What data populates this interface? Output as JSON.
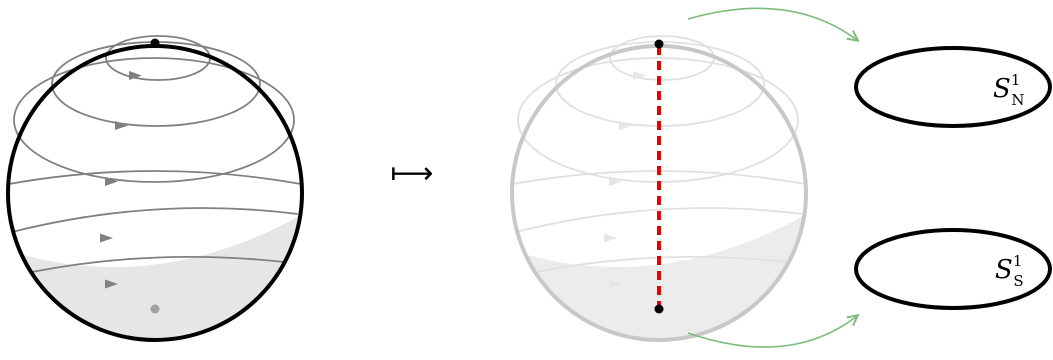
{
  "diagram": {
    "arrow_symbol": "⟼",
    "circle_north": {
      "symbol": "S",
      "superscript": "1",
      "subscript": "N"
    },
    "circle_south": {
      "symbol": "S",
      "superscript": "1",
      "subscript": "S"
    },
    "colors": {
      "outline": "#000000",
      "flow_lines": "#808080",
      "faded_outline": "#c8c8c8",
      "faded_flow_lines": "#e0e0e0",
      "shadow": "#e6e6e6",
      "meridian": "#e60000",
      "map_arrows": "#7dbb7d"
    }
  }
}
